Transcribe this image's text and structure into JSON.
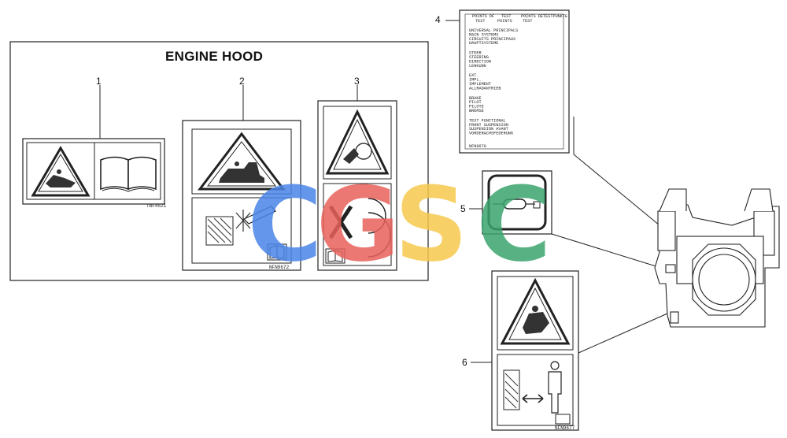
{
  "diagram": {
    "section_title": "ENGINE HOOD",
    "callouts": [
      "1",
      "2",
      "3",
      "4",
      "5",
      "6"
    ],
    "decal_codes": {
      "decal_1": "TBF4521",
      "decal_2": "NFN9672",
      "decal_6": "NFN9677"
    },
    "instruction_sheet": {
      "header": [
        "POINTS OF",
        "TEST",
        "POINTS DE",
        "TESTPUNKTE",
        "TEST",
        "POINTS",
        "TEST"
      ],
      "lines": [
        "UNIVERSAL PRINCIPALS",
        "MAIN SYSTEMS",
        "CIRCUITS PRINCIPAUX",
        "HAUPTSYSTEME",
        "",
        "STEER",
        "STEERING",
        "DIRECTION",
        "LENKUNG",
        "",
        "EXT.",
        "IMPL.",
        "IMPLEMENT",
        "ALLRADANTRIEB",
        "",
        "BRAKE",
        "PILOT",
        "PILOTE",
        "BREMSE",
        "",
        "TEST FUNCTIONAL",
        "FRONT SUSPENSION",
        "SUSPENSION AVANT",
        "VORDERACHSFEDERUNG"
      ],
      "footer": "NFN9670"
    },
    "watermark": {
      "letters": [
        "C",
        "G",
        "S",
        "C"
      ],
      "colors": [
        "#4a86e8",
        "#e8615a",
        "#f6c94e",
        "#3aa46e"
      ]
    }
  }
}
